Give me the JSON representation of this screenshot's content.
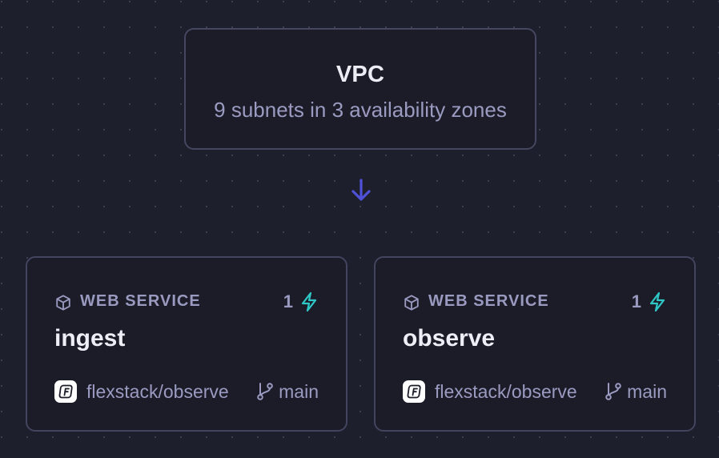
{
  "vpc": {
    "title": "VPC",
    "subtitle": "9 subnets in 3 availability zones"
  },
  "services": [
    {
      "type_label": "WEB SERVICE",
      "instances": "1",
      "name": "ingest",
      "repo": "flexstack/observe",
      "branch": "main"
    },
    {
      "type_label": "WEB SERVICE",
      "instances": "1",
      "name": "observe",
      "repo": "flexstack/observe",
      "branch": "main"
    }
  ],
  "icons": {
    "type": "cube-icon",
    "instances": "lightning-bolt-icon",
    "repo": "flexstack-logo-icon",
    "branch": "git-branch-icon",
    "connector": "arrow-down-icon"
  },
  "colors": {
    "background": "#1e1f2c",
    "card": "#1b1c28",
    "border": "#454660",
    "accent_arrow": "#4f52d8",
    "bolt": "#2fc6c6",
    "muted_text": "#9b9bc2",
    "title_text": "#ececf4"
  }
}
